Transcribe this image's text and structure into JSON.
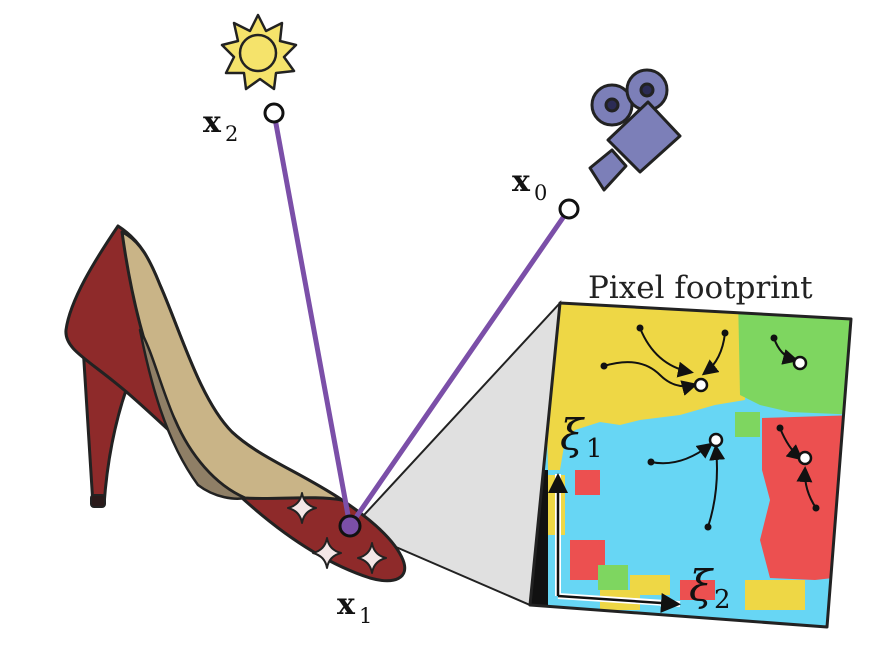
{
  "labels": {
    "x0": {
      "base": "x",
      "sub": "0"
    },
    "x1": {
      "base": "x",
      "sub": "1"
    },
    "x2": {
      "base": "x",
      "sub": "2"
    },
    "xi1": {
      "base": "ξ",
      "sub": "1"
    },
    "xi2": {
      "base": "ξ",
      "sub": "2"
    },
    "footprint_title": "Pixel footprint"
  },
  "colors": {
    "path": "#7b4fa8",
    "shoe_outer": "#8e2a2a",
    "shoe_inner": "#c9b487",
    "shoe_shadow": "#8f7f66",
    "sun": "#f5e36b",
    "camera": "#7c7fb8",
    "region_yellow": "#eed745",
    "region_green": "#7ed660",
    "region_cyan": "#67d6f4",
    "region_red": "#ec5050",
    "frustum": "#e0e0e0",
    "sparkle": "#f4e6e6"
  },
  "icons": [
    "sun-icon",
    "camera-icon",
    "high-heel-shoe-illustration",
    "sparkle-icon"
  ]
}
